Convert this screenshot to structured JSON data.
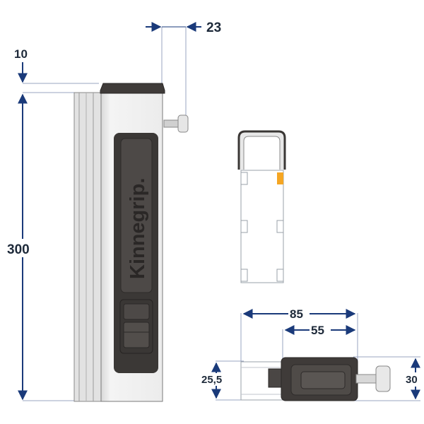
{
  "brand": "Kinnegrip.",
  "dimensions": {
    "top_offset": "10",
    "handle_depth": "23",
    "height": "300",
    "total_width": "85",
    "inner_width": "55",
    "side_height_left": "25,5",
    "side_height_right": "30"
  },
  "colors": {
    "dimension_line": "#1a3a7a",
    "housing": "#eeeeee",
    "handle": "#4a4644",
    "accent": "#f5a623"
  }
}
